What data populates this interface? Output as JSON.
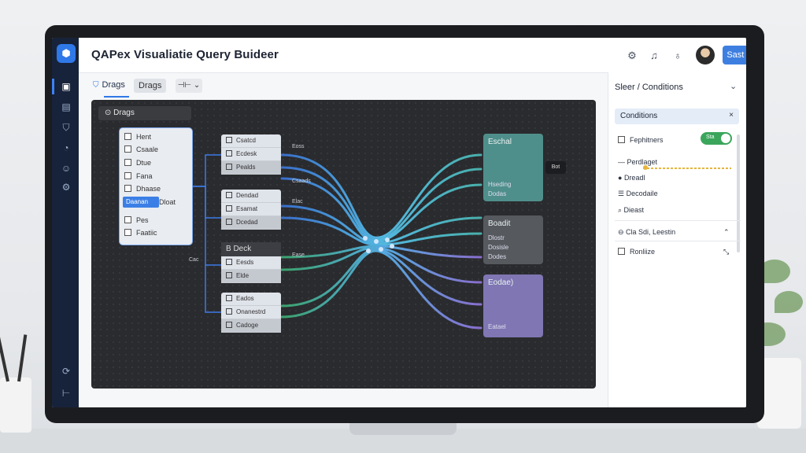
{
  "app": {
    "title": "QAPex Visualiatie Query Buideer",
    "primary_button": "Sast Rone",
    "accent": "#2f78e8"
  },
  "rail": {
    "icons": [
      "logo-icon",
      "home-icon",
      "table-icon",
      "shield-icon",
      "chart-icon",
      "user-icon",
      "settings-icon",
      "history-icon",
      "exit-icon"
    ]
  },
  "toolbar": {
    "tab": "Drags",
    "chip": "Drags",
    "chip2": "⊣⊢ ⌄"
  },
  "canvas": {
    "tag": "⊙ Drags",
    "source_rows": [
      "Hent",
      "Csaale",
      "Dtue",
      "Fana",
      "Dhaase",
      "Daanan",
      "Pes",
      "Faatiic"
    ],
    "source_selected": "Daanan",
    "source_selected_2": "Dloat",
    "groups": [
      {
        "rows": [
          "Csatcd",
          "Ecdesk",
          "Pealds"
        ]
      },
      {
        "rows": [
          "Dendad",
          "Esamat",
          "Dcedad"
        ]
      },
      {
        "header": "B Deck",
        "rows": [
          "Eesds",
          "Elde"
        ]
      },
      {
        "rows": [
          "Eados",
          "Onanestrd",
          "Cadoge"
        ]
      }
    ],
    "side_labels": [
      "Eoss",
      "Csaads",
      "Elac",
      "Ease",
      "Cac"
    ],
    "targets": [
      {
        "label": "Eschal",
        "sub": [
          "Hseding",
          "Dodas"
        ],
        "color": "#4f8f8b"
      },
      {
        "label": "Boadit",
        "sub": [
          "Dlostr",
          "Dosisle",
          "Dodes"
        ],
        "color": "#56595e"
      },
      {
        "label": "Eodae)",
        "sub": [
          "Eatael"
        ],
        "color": "#7f76b3"
      }
    ],
    "badge": "Bot"
  },
  "panel": {
    "title": "Sleer / Conditions",
    "conditions_title": "Conditions",
    "toggle_label": "Sta",
    "rows": [
      "Fephitners",
      "Perdlaget",
      "Dreadl",
      "Decodaile",
      "Dieast"
    ],
    "section": "Cla Sdi, Leestin",
    "section_row": "Ronliize"
  }
}
